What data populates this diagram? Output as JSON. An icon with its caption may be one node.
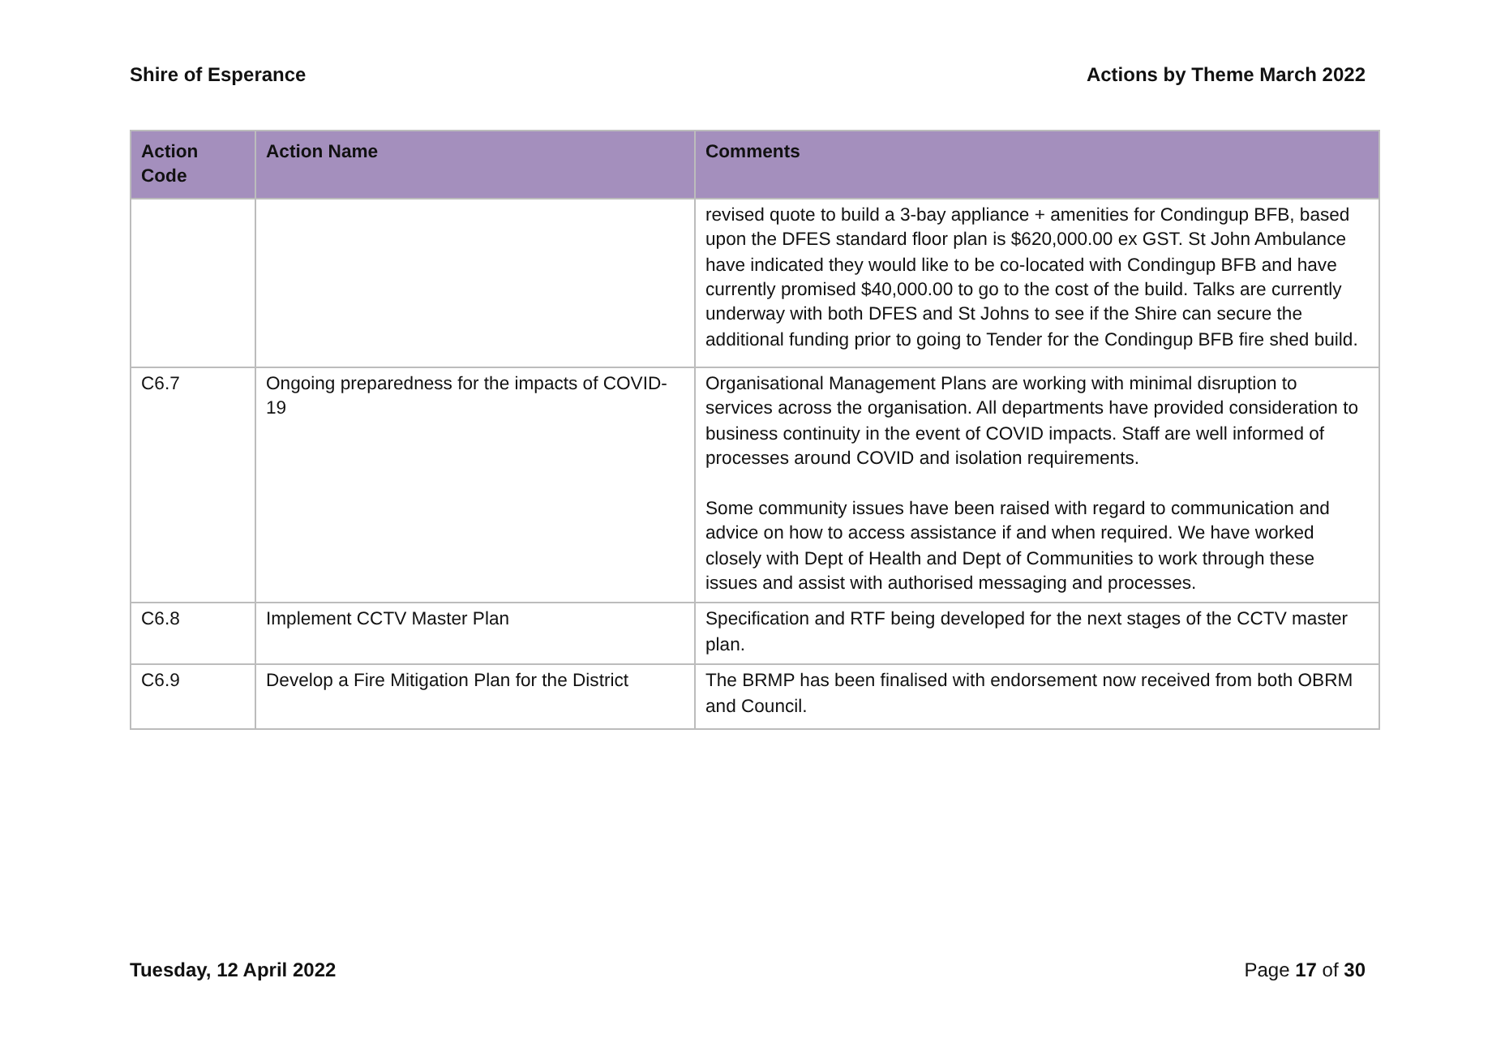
{
  "diagram": {
    "labels": [
      "Shire of Esperance",
      "Actions by Theme March 2022",
      "Action Code",
      "Action Name",
      "Comments",
      "revised quote to build a 3-bay appliance + amenities for Condingup BFB, based upon the DFES standard floor plan is $620,000.00 ex GST. St John Ambulance have indicated they would like to be co-located with Condingup BFB and have currently promised $40,000.00 to go to the cost of the build. Talks are currently underway with both DFES and St Johns to see if the Shire can secure the additional funding prior to going to Tender for the Condingup BFB fire shed build.",
      "C6.7",
      "Ongoing preparedness for the impacts of COVID-19",
      "Organisational Management Plans are working with minimal disruption to services across the organisation. All departments have provided consideration to business continuity in the event of COVID impacts. Staff are well informed of processes around COVID and isolation requirements.",
      "Some community issues have been raised with regard to communication and advice on how to access assistance if and when required. We have worked closely with Dept of Health and Dept of Communities to work through these issues and assist with authorised messaging and processes.",
      "C6.8",
      "Implement CCTV Master Plan",
      "Specification and RTF being developed for the next stages of the CCTV master plan.",
      "C6.9",
      "Develop a Fire Mitigation Plan for the District",
      "The BRMP has been finalised with endorsement now received from both OBRM and Council.",
      "Tuesday, 12 April 2022",
      "Page **17** of **30**"
    ]
  }
}
